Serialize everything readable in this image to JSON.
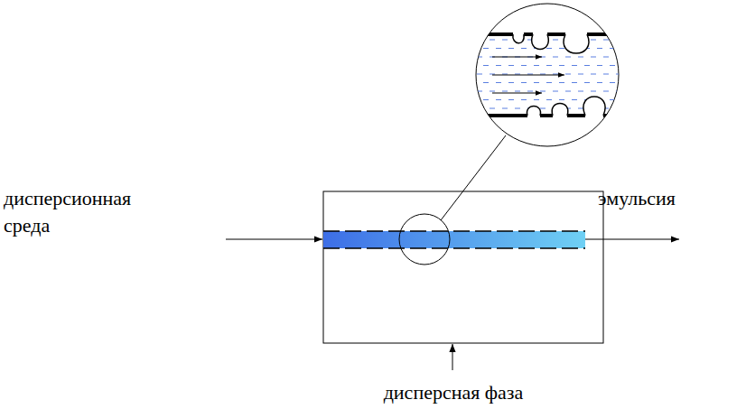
{
  "diagram": {
    "labels": [
      "дисперсионная среда",
      "эмульсия",
      "дисперсная фаза"
    ]
  }
}
